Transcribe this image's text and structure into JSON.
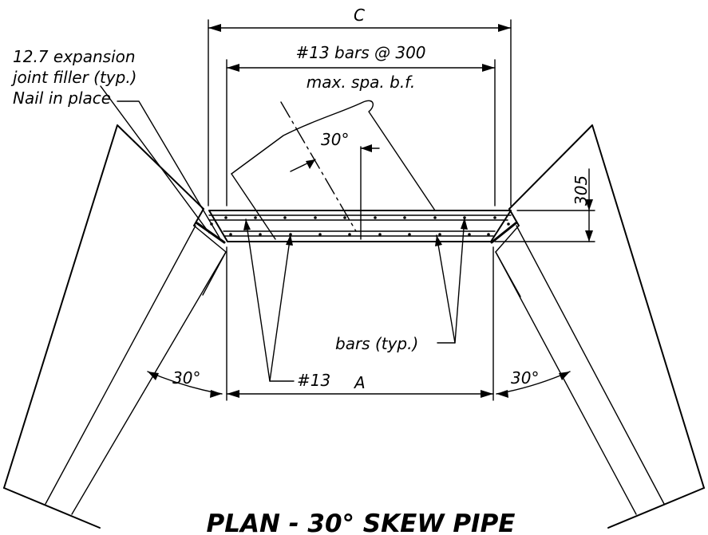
{
  "labels": {
    "dim_c": "C",
    "bars_spacing": "#13 bars @ 300",
    "max_spacing": "max. spa. b.f.",
    "joint_filler_1": "12.7 expansion",
    "joint_filler_2": "joint filler (typ.)",
    "nail_in_place": "Nail in place",
    "pipe_skew_angle": "30°",
    "dim_305": "305",
    "bars_typ": "bars (typ.)",
    "bar_size": "#13",
    "dim_a": "A",
    "left_wing_angle": "30°",
    "right_wing_angle": "30°"
  },
  "title": "PLAN - 30° SKEW PIPE",
  "colors": {
    "ink": "#000000",
    "background": "#ffffff"
  }
}
